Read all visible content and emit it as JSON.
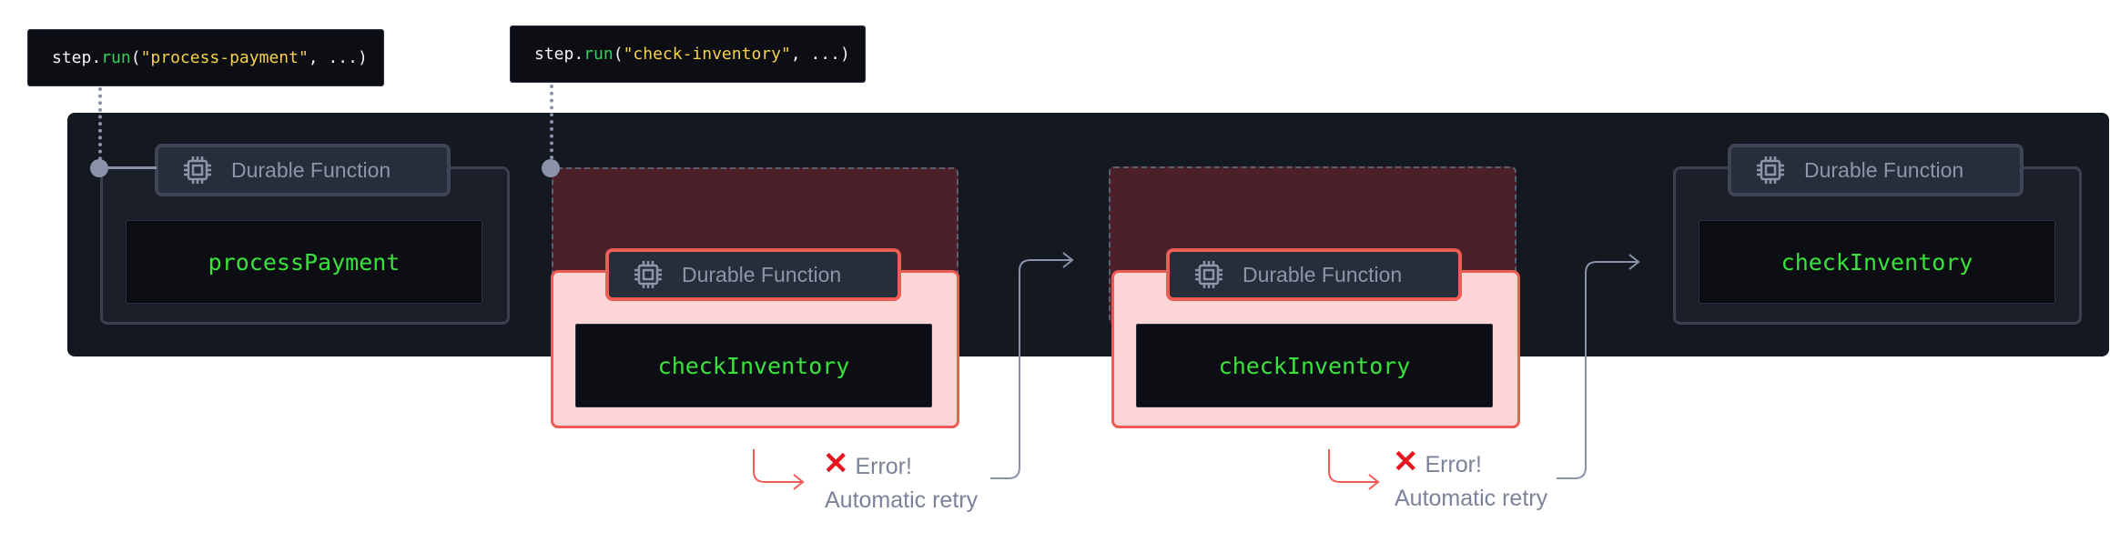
{
  "code_snippets": [
    {
      "object": "step",
      "dot": ".",
      "method": "run",
      "open": "(",
      "arg": "\"process-payment\"",
      "rest": ", ...)"
    },
    {
      "object": "step",
      "dot": ".",
      "method": "run",
      "open": "(",
      "arg": "\"check-inventory\"",
      "rest": ", ...)"
    }
  ],
  "cards": [
    {
      "tag": "Durable Function",
      "fn": "processPayment",
      "state": "ok"
    },
    {
      "tag": "Durable Function",
      "fn": "checkInventory",
      "state": "error"
    },
    {
      "tag": "Durable Function",
      "fn": "checkInventory",
      "state": "error"
    },
    {
      "tag": "Durable Function",
      "fn": "checkInventory",
      "state": "ok"
    }
  ],
  "errors": [
    {
      "icon": "✕",
      "label": "Error!",
      "retry": "Automatic retry"
    },
    {
      "icon": "✕",
      "label": "Error!",
      "retry": "Automatic retry"
    }
  ],
  "icons": {
    "tag_icon": "chip-icon",
    "error_icon": "x-icon"
  },
  "colors": {
    "band": "#141821",
    "function_name": "#39e33c",
    "error_border": "#ef5b55",
    "error_fill": "#fcd6d6",
    "error_icon": "#e5161f",
    "connector": "#8a92aa"
  }
}
